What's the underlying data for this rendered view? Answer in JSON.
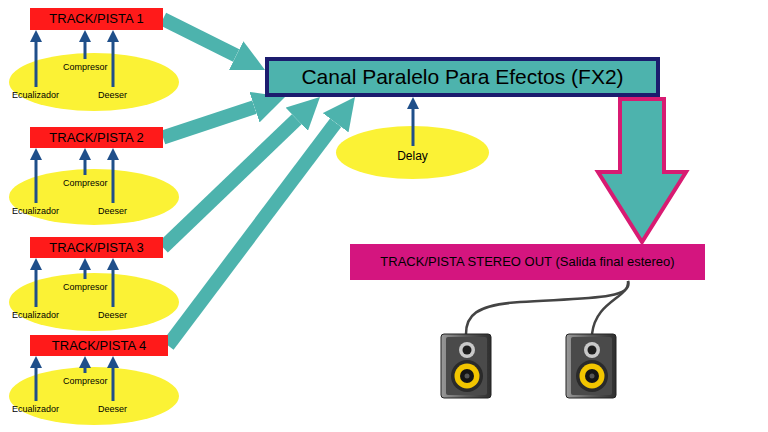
{
  "diagram": {
    "nodes": [
      {
        "text": [
          "TRACK/PISTA 1"
        ]
      },
      {
        "text": [
          "Compresor",
          "Ecualizador",
          "Deeser"
        ]
      },
      {
        "text": [
          "TRACK/PISTA 2"
        ]
      },
      {
        "text": [
          "Compresor",
          "Ecualizador",
          "Deeser"
        ]
      },
      {
        "text": [
          "TRACK/PISTA 3"
        ]
      },
      {
        "text": [
          "Compresor",
          "Ecualizador",
          "Deeser"
        ]
      },
      {
        "text": [
          "TRACK/PISTA 4"
        ]
      },
      {
        "text": [
          "Compresor",
          "Ecualizador",
          "Deeser"
        ]
      },
      {
        "text": [
          "Canal Paralelo Para Efectos (FX2)"
        ]
      },
      {
        "text": [
          "Delay"
        ]
      },
      {
        "text": [
          "TRACK/PISTA STEREO OUT (Salida final estereo)"
        ]
      }
    ],
    "edges": [
      {
        "from": 1,
        "to": 0,
        "arrow": "to"
      },
      {
        "from": 1,
        "to": 0,
        "arrow": "to"
      },
      {
        "from": 1,
        "to": 0,
        "arrow": "to"
      },
      {
        "from": 3,
        "to": 2,
        "arrow": "to"
      },
      {
        "from": 3,
        "to": 2,
        "arrow": "to"
      },
      {
        "from": 3,
        "to": 2,
        "arrow": "to"
      },
      {
        "from": 5,
        "to": 4,
        "arrow": "to"
      },
      {
        "from": 5,
        "to": 4,
        "arrow": "to"
      },
      {
        "from": 5,
        "to": 4,
        "arrow": "to"
      },
      {
        "from": 7,
        "to": 6,
        "arrow": "to"
      },
      {
        "from": 7,
        "to": 6,
        "arrow": "to"
      },
      {
        "from": 7,
        "to": 6,
        "arrow": "to"
      },
      {
        "from": 0,
        "to": 8,
        "arrow": "to"
      },
      {
        "from": 2,
        "to": 8,
        "arrow": "to"
      },
      {
        "from": 4,
        "to": 8,
        "arrow": "to"
      },
      {
        "from": 6,
        "to": 8,
        "arrow": "to"
      },
      {
        "from": 9,
        "to": 8,
        "arrow": "to"
      },
      {
        "from": 8,
        "to": 10,
        "arrow": "to"
      }
    ]
  }
}
